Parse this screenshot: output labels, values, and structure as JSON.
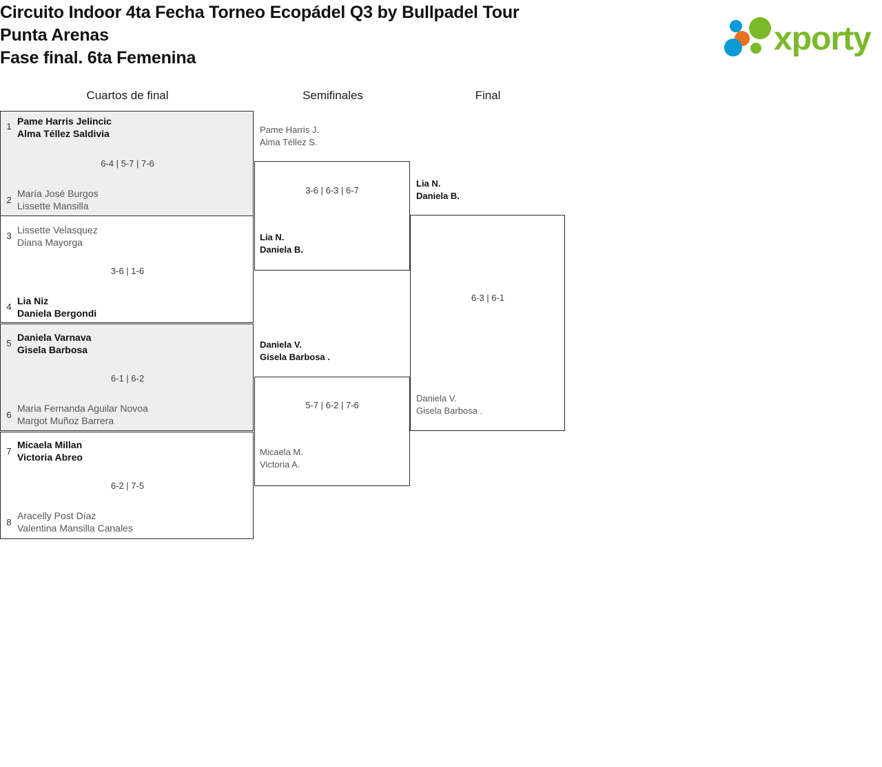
{
  "header": {
    "title_lines": [
      "Circuito Indoor 4ta Fecha Torneo Ecopádel Q3 by Bullpadel Tour",
      "Punta Arenas",
      "Fase final. 6ta Femenina"
    ],
    "logo": {
      "name": "xporty",
      "wordmark": "xporty",
      "colors": {
        "green": "#7ab929",
        "blue": "#0a9ad6",
        "orange": "#e8721c"
      }
    }
  },
  "bracket": {
    "rounds": [
      {
        "label": "Cuartos de final"
      },
      {
        "label": "Semifinales"
      },
      {
        "label": "Final"
      }
    ],
    "quarterfinals": [
      {
        "shaded": true,
        "top": {
          "seed": "1",
          "line1": "Pame Harris Jelincic",
          "line2": "Alma Téllez Saldivia",
          "winner": true
        },
        "bottom": {
          "seed": "2",
          "line1": "María José Burgos",
          "line2": "Lissette Mansilla",
          "winner": false
        },
        "score": "6-4 | 5-7 | 7-6"
      },
      {
        "shaded": false,
        "top": {
          "seed": "3",
          "line1": "Lissette Velasquez",
          "line2": "Diana Mayorga",
          "winner": false
        },
        "bottom": {
          "seed": "4",
          "line1": "Lia Niz",
          "line2": "Daniela Bergondi",
          "winner": true
        },
        "score": "3-6 | 1-6"
      },
      {
        "shaded": true,
        "top": {
          "seed": "5",
          "line1": "Daniela Varnava",
          "line2": "Gisela Barbosa",
          "winner": true
        },
        "bottom": {
          "seed": "6",
          "line1": "Maria Fernanda Aguilar Novoa",
          "line2": "Margot Muñoz Barrera",
          "winner": false
        },
        "score": "6-1 | 6-2"
      },
      {
        "shaded": false,
        "top": {
          "seed": "7",
          "line1": "Micaela Millan",
          "line2": "Victoria Abreo",
          "winner": true
        },
        "bottom": {
          "seed": "8",
          "line1": "Aracelly Post Díaz",
          "line2": "Valentina Mansilla Canales",
          "winner": false
        },
        "score": "6-2 | 7-5"
      }
    ],
    "semifinals": [
      {
        "top": {
          "line1": "Pame Harris J.",
          "line2": "Alma Téllez S.",
          "winner": false
        },
        "bottom": {
          "line1": "Lia N.",
          "line2": "Daniela B.",
          "winner": true
        },
        "score": "3-6 | 6-3 | 6-7"
      },
      {
        "top": {
          "line1": "Daniela V.",
          "line2": "Gisela Barbosa .",
          "winner": true
        },
        "bottom": {
          "line1": "Micaela M.",
          "line2": "Victoria A.",
          "winner": false
        },
        "score": "5-7 | 6-2 | 7-6"
      }
    ],
    "final": {
      "top": {
        "line1": "Lia N.",
        "line2": "Daniela B.",
        "winner": true
      },
      "bottom": {
        "line1": "Daniela V.",
        "line2": "Gisela Barbosa .",
        "winner": false
      },
      "score": "6-3 | 6-1"
    }
  }
}
